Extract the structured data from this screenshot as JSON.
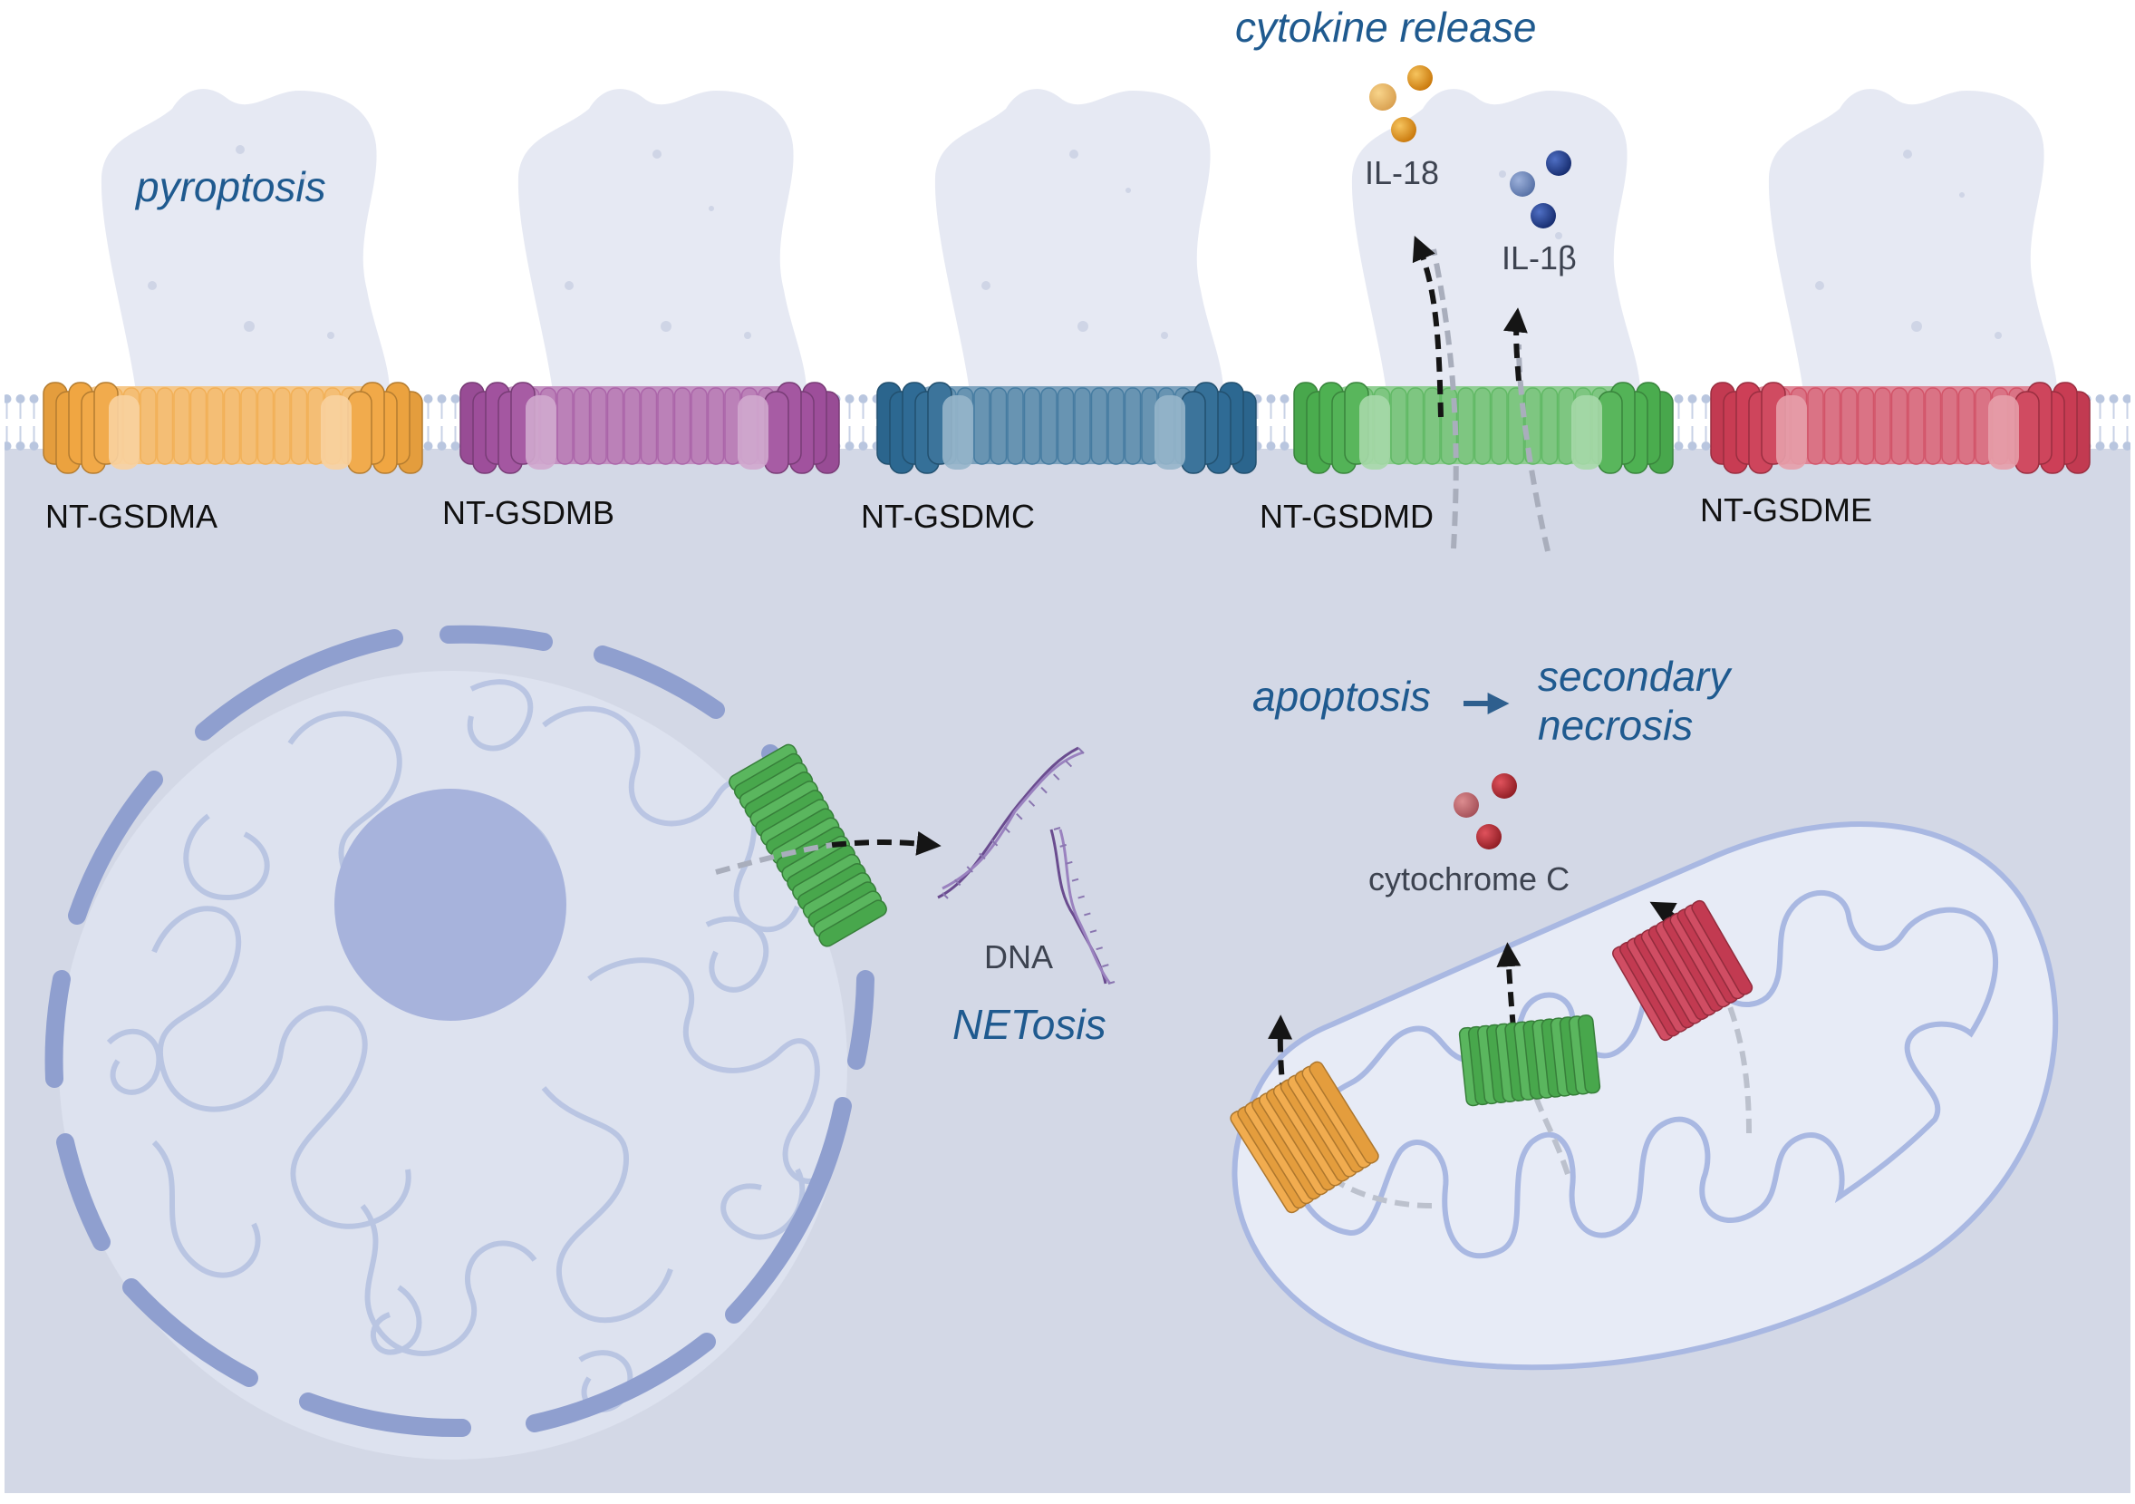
{
  "labels": {
    "pyroptosis": "pyroptosis",
    "cytokine_release": "cytokine release",
    "il18": "IL-18",
    "il1b": "IL-1β",
    "gsdma": "NT-GSDMA",
    "gsdmb": "NT-GSDMB",
    "gsdmc": "NT-GSDMC",
    "gsdmd": "NT-GSDMD",
    "gsdme": "NT-GSDME",
    "apoptosis": "apoptosis",
    "secondary": "secondary",
    "necrosis": "necrosis",
    "cytochrome_c": "cytochrome C",
    "dna": "DNA",
    "netosis": "NETosis"
  },
  "colors": {
    "gsdma": "#f0a540",
    "gsdmb": "#a0509d",
    "gsdmc": "#2d6a94",
    "gsdmd": "#4cb050",
    "gsdme": "#cc3d55",
    "text_accent": "#1f5a8f",
    "cytoplasm": "#d3d8e6",
    "membrane_head": "#b8c6df",
    "nucleus_envelope": "#8f9fcf",
    "nucleolus": "#a7b3dc",
    "il18_particle": "#e0900f",
    "il1b_particle": "#1f3a8a",
    "cytochrome_particle": "#b32c35"
  },
  "icons": {
    "cell_outline": "cell-silhouette-icon",
    "pore": "gasdermin-pore-icon",
    "dna": "dna-strand-icon",
    "mitochondrion": "mitochondrion-icon",
    "nucleus": "nucleus-icon"
  }
}
